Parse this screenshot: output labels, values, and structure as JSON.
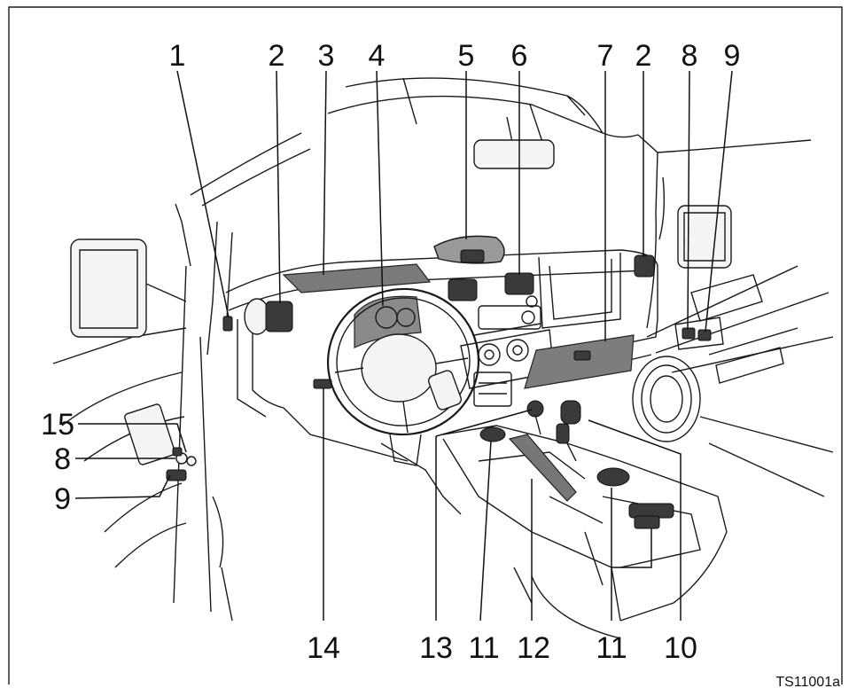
{
  "callouts": [
    {
      "label": "1"
    },
    {
      "label": "2"
    },
    {
      "label": "3"
    },
    {
      "label": "4"
    },
    {
      "label": "5"
    },
    {
      "label": "6"
    },
    {
      "label": "7"
    },
    {
      "label": "2"
    },
    {
      "label": "8"
    },
    {
      "label": "9"
    },
    {
      "label": "15"
    },
    {
      "label": "8"
    },
    {
      "label": "9"
    },
    {
      "label": "14"
    },
    {
      "label": "13"
    },
    {
      "label": "11"
    },
    {
      "label": "12"
    },
    {
      "label": "11"
    },
    {
      "label": "10"
    }
  ],
  "figure_code": "TS11001a"
}
